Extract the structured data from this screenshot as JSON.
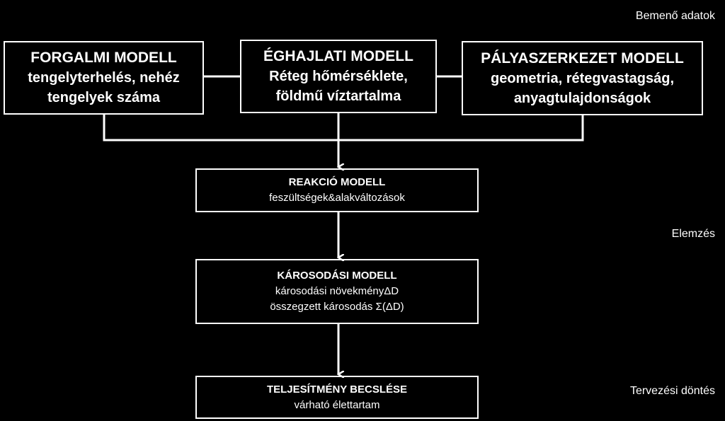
{
  "stages": {
    "input": "Bemenő adatok",
    "analysis": "Elemzés",
    "design": "Tervezési döntés"
  },
  "boxes": {
    "traffic": {
      "title": "FORGALMI MODELL",
      "lines": [
        "tengelyterhelés, nehéz",
        "tengelyek száma"
      ]
    },
    "climate": {
      "title": "ÉGHAJLATI MODELL",
      "lines": [
        "Réteg hőmérséklete,",
        "földmű víztartalma"
      ]
    },
    "pavement": {
      "title": "PÁLYASZERKEZET MODELL",
      "lines": [
        "geometria, rétegvastagság,",
        "anyagtulajdonságok"
      ]
    },
    "response": {
      "title": "REAKCIÓ MODELL",
      "lines": [
        "feszültségek&alakváltozások"
      ]
    },
    "damage": {
      "title": "KÁROSODÁSI MODELL",
      "lines": [
        "károsodási növekményΔD",
        "összegzett károsodás Σ(ΔD)"
      ]
    },
    "performance": {
      "title": "TELJESÍTMÉNY BECSLÉSE",
      "lines": [
        "várható élettartam"
      ]
    }
  }
}
